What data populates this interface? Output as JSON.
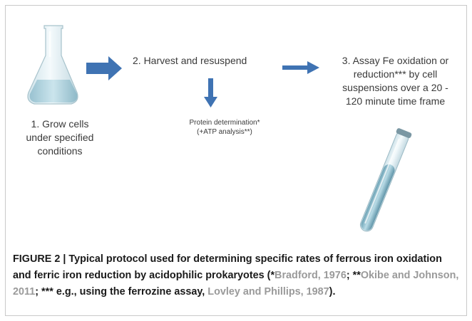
{
  "diagram": {
    "step1": [
      "1. Grow cells",
      "under specified",
      "conditions"
    ],
    "step2": "2. Harvest and resuspend",
    "step3": [
      "3. Assay Fe oxidation or",
      "reduction*** by cell",
      "suspensions over a 20 -",
      "120 minute time frame"
    ],
    "protein": [
      "Protein determination*",
      "(+ATP analysis**)"
    ],
    "icons": [
      "erlenmeyer-flask-icon",
      "test-tube-icon",
      "arrow-right-icon",
      "arrow-down-icon"
    ],
    "colors": {
      "arrow": "#3f73b3",
      "liquid": "#a9cfdc"
    }
  },
  "caption": {
    "label": "FIGURE 2 | ",
    "text1": "Typical protocol used for determining specific rates of ferrous iron oxidation and ferric iron reduction by acidophilic prokaryotes (*",
    "ref1": "Bradford, 1976",
    "text2": "; **",
    "ref2": "Okibe and Johnson, 2011",
    "text3": "; *** e.g., using the ferrozine assay, ",
    "ref3": "Lovley and Phillips, 1987",
    "text4": ")."
  }
}
